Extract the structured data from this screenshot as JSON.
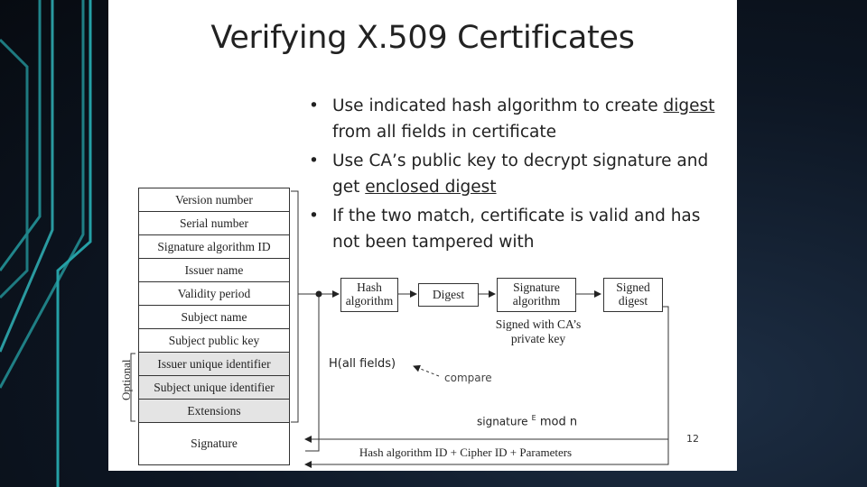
{
  "slide": {
    "title": "Verifying X.509 Certificates",
    "bullets": [
      {
        "pre": "Use indicated hash algorithm to create ",
        "u": "digest",
        "post": " from all fields in certificate"
      },
      {
        "pre": "Use CA’s public key to decrypt signature and get ",
        "u": "enclosed digest",
        "post": ""
      },
      {
        "pre": "If the two match, certificate is valid and has not been tampered with",
        "u": "",
        "post": ""
      }
    ],
    "page_number": "12"
  },
  "certificate_fields": [
    {
      "label": "Version number",
      "optional": false
    },
    {
      "label": "Serial number",
      "optional": false
    },
    {
      "label": "Signature algorithm ID",
      "optional": false
    },
    {
      "label": "Issuer name",
      "optional": false
    },
    {
      "label": "Validity period",
      "optional": false
    },
    {
      "label": "Subject name",
      "optional": false
    },
    {
      "label": "Subject public key",
      "optional": false
    },
    {
      "label": "Issuer unique identifier",
      "optional": true
    },
    {
      "label": "Subject unique identifier",
      "optional": true
    },
    {
      "label": "Extensions",
      "optional": true
    }
  ],
  "signature_field": "Signature",
  "optional_label": "Optional",
  "flow": {
    "hash_box": "Hash algorithm",
    "digest_box": "Digest",
    "sig_algo_box": "Signature algorithm",
    "signed_digest_box": "Signed digest",
    "signed_with": "Signed with CA’s private key",
    "bottom_label": "Hash algorithm ID + Cipher ID + Parameters"
  },
  "annotations": {
    "hash_all": "H(all fields)",
    "compare": "compare",
    "sig_prefix": "signature",
    "sig_exp": "E",
    "sig_suffix": "mod n"
  }
}
